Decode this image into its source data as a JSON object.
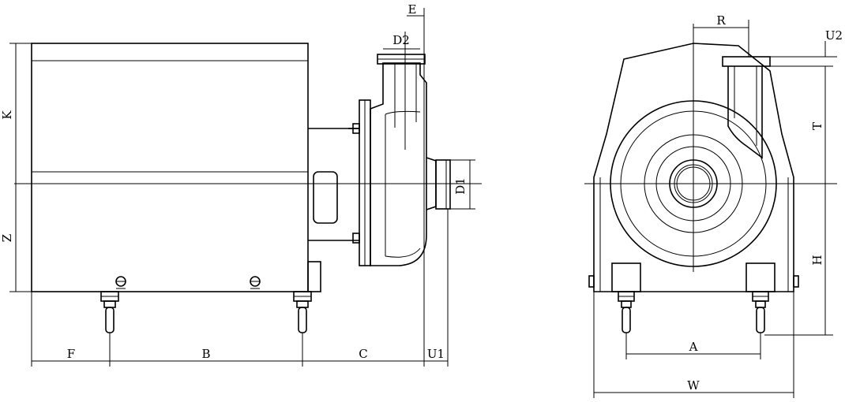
{
  "labels": {
    "E": "E",
    "D2": "D2",
    "K": "K",
    "Z": "Z",
    "D1": "D1",
    "F": "F",
    "B": "B",
    "C": "C",
    "U1": "U1",
    "R": "R",
    "U2": "U2",
    "T": "T",
    "H": "H",
    "A": "A",
    "W": "W"
  }
}
